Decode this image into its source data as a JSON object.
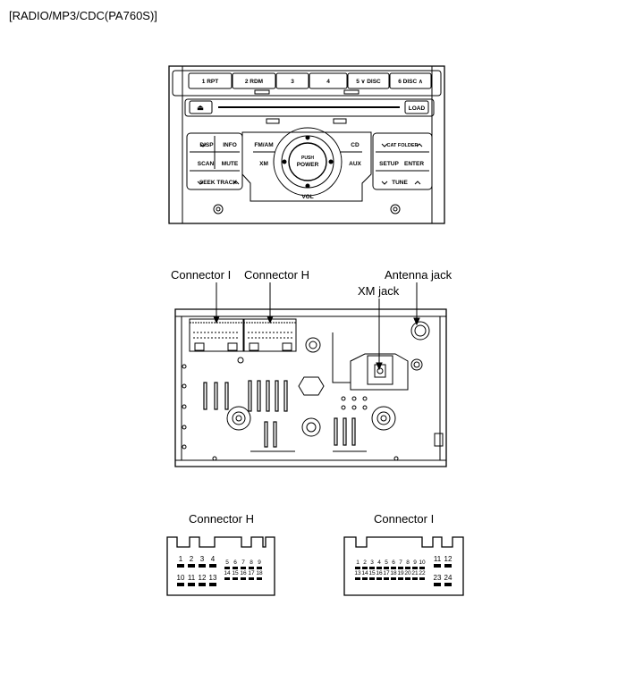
{
  "title": "[RADIO/MP3/CDC(PA760S)]",
  "front_panel": {
    "preset_buttons": [
      "1 RPT",
      "2 RDM",
      "3",
      "4",
      "5 ∨ DISC",
      "6 DISC ∧"
    ],
    "eject": "⏏",
    "load": "LOAD",
    "left_buttons": [
      "DISP",
      "INFO",
      "SCAN",
      "MUTE",
      "SEEK TRACK"
    ],
    "center_buttons": [
      "FM/AM",
      "XM",
      "CD",
      "AUX"
    ],
    "knob_push": "PUSH",
    "knob_power": "POWER",
    "vol": "VOL",
    "right_buttons": [
      "CAT FOLDER",
      "SETUP",
      "ENTER",
      "TUNE"
    ]
  },
  "rear_panel": {
    "connector_i": "Connector I",
    "connector_h": "Connector H",
    "xm_jack": "XM jack",
    "antenna_jack": "Antenna jack"
  },
  "pinouts": {
    "h": {
      "title": "Connector H",
      "top_left": [
        "1",
        "2",
        "3",
        "4"
      ],
      "bottom_left": [
        "10",
        "11",
        "12",
        "13"
      ],
      "top_right": [
        "5",
        "6",
        "7",
        "8",
        "9"
      ],
      "bottom_right": [
        "14",
        "15",
        "16",
        "17",
        "18"
      ]
    },
    "i": {
      "title": "Connector I",
      "top_main": [
        "1",
        "2",
        "3",
        "4",
        "5",
        "6",
        "7",
        "8",
        "9",
        "10"
      ],
      "bottom_main": [
        "13",
        "14",
        "15",
        "16",
        "17",
        "18",
        "19",
        "20",
        "21",
        "22"
      ],
      "top_right": [
        "11",
        "12"
      ],
      "bottom_right": [
        "23",
        "24"
      ]
    }
  }
}
